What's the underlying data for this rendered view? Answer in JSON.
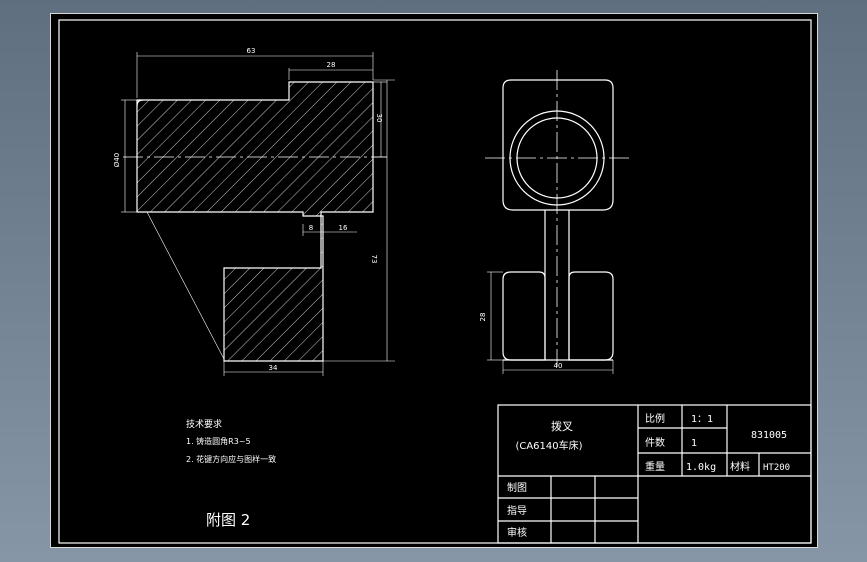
{
  "dimensions": {
    "width_63": "63",
    "width_28": "28",
    "height_30": "30",
    "dia_40": "Ø40",
    "height_73": "73",
    "gap_8": "8",
    "width_16": "16",
    "width_34": "34",
    "height_28": "28",
    "width_40": "40"
  },
  "notes": {
    "heading": "技术要求",
    "line1": "1. 铸造圆角R3~5",
    "line2": "2. 花键方向应与图样一致"
  },
  "figure_label": "附图 2",
  "title_block": {
    "part_name": "拨叉",
    "machine": "(CA6140车床)",
    "scale_label": "比例",
    "scale_value": "1：1",
    "quantity_label": "件数",
    "quantity_value": "1",
    "weight_label": "重量",
    "weight_value": "1.0kg",
    "material_label": "材料",
    "material_value": "HT200",
    "drawing_number": "831005",
    "drawn_by_label": "制图",
    "guided_by_label": "指导",
    "reviewed_by_label": "审核"
  }
}
